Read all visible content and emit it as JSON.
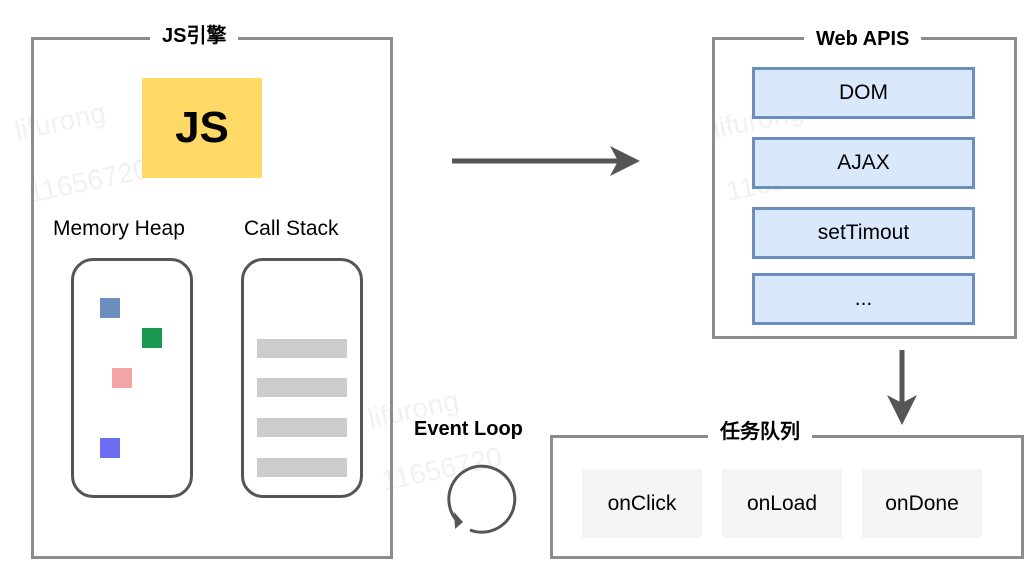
{
  "js_engine": {
    "title": "JS引擎",
    "logo_text": "JS",
    "memory_heap_label": "Memory Heap",
    "call_stack_label": "Call Stack",
    "heap_colors": [
      "#6c8ebf",
      "#1a9850",
      "#f4a6a6",
      "#6d6df2"
    ],
    "stack_bar_color": "#cccccc"
  },
  "web_apis": {
    "title": "Web APIS",
    "items": [
      "DOM",
      "AJAX",
      "setTimout",
      "..."
    ],
    "fill": "#dae8fc",
    "stroke": "#6c8ebf"
  },
  "task_queue": {
    "title": "任务队列",
    "items": [
      "onClick",
      "onLoad",
      "onDone"
    ]
  },
  "event_loop": {
    "label": "Event Loop"
  },
  "watermark": {
    "line1": "lifurong",
    "line2": "11656720"
  }
}
